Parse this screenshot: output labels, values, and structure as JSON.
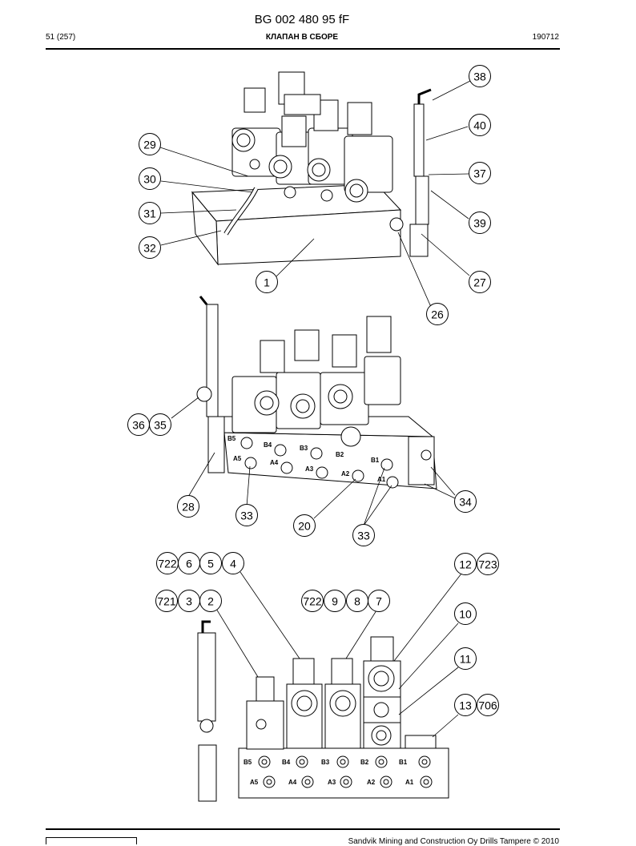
{
  "header": {
    "title": "BG 002 480 95 fF",
    "page": "51 (257)",
    "subtitle": "КЛАПАН В СБОРЕ",
    "date": "190712"
  },
  "footer": {
    "copyright": "Sandvik Mining and Construction Oy Drills Tampere © 2010"
  },
  "callouts": [
    "38",
    "40",
    "29",
    "37",
    "30",
    "31",
    "39",
    "32",
    "27",
    "1",
    "26",
    "36",
    "35",
    "34",
    "28",
    "33",
    "20",
    "33",
    "722",
    "6",
    "5",
    "4",
    "12",
    "723",
    "721",
    "3",
    "2",
    "722",
    "9",
    "8",
    "7",
    "10",
    "11",
    "13",
    "706"
  ],
  "ports": {
    "middle": [
      "B5",
      "B4",
      "B3",
      "B2",
      "B1",
      "A5",
      "A4",
      "A3",
      "A2",
      "A1"
    ],
    "bottom": [
      "B5",
      "B4",
      "B3",
      "B2",
      "B1",
      "A5",
      "A4",
      "A3",
      "A2",
      "A1"
    ]
  }
}
